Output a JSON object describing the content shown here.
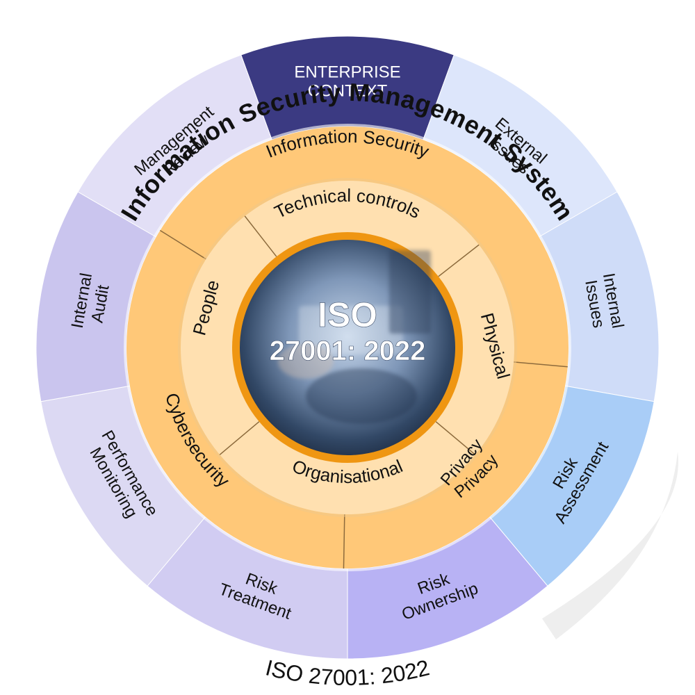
{
  "title": "Information Security Management System",
  "bottom_label": "ISO 27001: 2022",
  "center": {
    "line1": "ISO",
    "line2": "27001: 2022"
  },
  "outer_segments": [
    {
      "lines": [
        "ENTERPRISE",
        "CONTEXT"
      ],
      "color": "#3b3a82",
      "text_color": "#ffffff"
    },
    {
      "lines": [
        "External",
        "Issues"
      ],
      "color": "#dde6fb",
      "text_color": "#111111"
    },
    {
      "lines": [
        "Internal",
        "Issues"
      ],
      "color": "#cfdcf8",
      "text_color": "#111111"
    },
    {
      "lines": [
        "Risk",
        "Assessment"
      ],
      "color": "#a9cdf7",
      "text_color": "#111111"
    },
    {
      "lines": [
        "Risk",
        "Ownership"
      ],
      "color": "#b8b2f4",
      "text_color": "#111111"
    },
    {
      "lines": [
        "Risk",
        "Treatment"
      ],
      "color": "#d1ccf2",
      "text_color": "#111111"
    },
    {
      "lines": [
        "Performance",
        "Monitoring"
      ],
      "color": "#dcd9f3",
      "text_color": "#111111"
    },
    {
      "lines": [
        "Internal",
        "Audit"
      ],
      "color": "#cac5ee",
      "text_color": "#111111"
    },
    {
      "lines": [
        "Management",
        "Review"
      ],
      "color": "#e2dff6",
      "text_color": "#111111"
    }
  ],
  "middle_ring": [
    {
      "label": "Information Security"
    },
    {
      "label": "Privacy"
    },
    {
      "label": "Cybersecurity"
    }
  ],
  "inner_ring": [
    {
      "label": "Technical controls"
    },
    {
      "label": "Physical"
    },
    {
      "label": "Privacy"
    },
    {
      "label": "Organisational"
    },
    {
      "label": "People"
    }
  ],
  "colors": {
    "middle_ring": "#ffc878",
    "inner_ring": "#ffe0b0",
    "center_border": "#ef9612",
    "divider": "#8c6a3c"
  }
}
